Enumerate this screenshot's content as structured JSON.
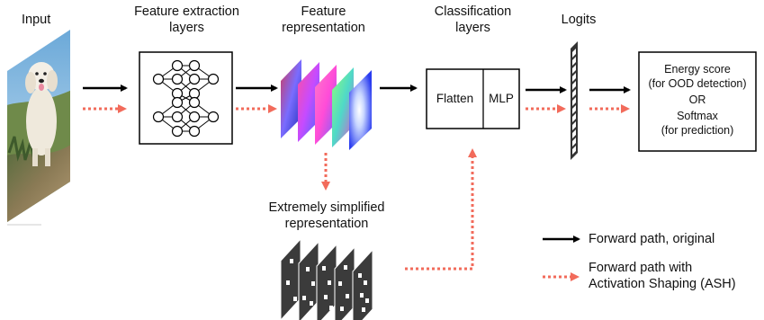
{
  "labels": {
    "input": "Input",
    "feature_extraction": [
      "Feature extraction",
      "layers"
    ],
    "feature_representation": [
      "Feature",
      "representation"
    ],
    "classification": [
      "Classification",
      "layers"
    ],
    "logits": "Logits",
    "simplified": [
      "Extremely simplified",
      "representation"
    ]
  },
  "classifier_box": {
    "left": "Flatten",
    "right": "MLP"
  },
  "output_box": [
    "Energy score",
    "(for OOD detection)",
    "OR",
    "Softmax",
    "(for prediction)"
  ],
  "legend": {
    "original": "Forward path, original",
    "ash": [
      "Forward path with",
      "Activation Shaping (ASH)"
    ]
  },
  "colors": {
    "original_arrow": "#000000",
    "ash_arrow": "#f26b5b"
  },
  "icons": [
    "dog-photo",
    "neural-network-icon",
    "feature-map-stack",
    "sparse-feature-map-stack",
    "logits-bar"
  ]
}
